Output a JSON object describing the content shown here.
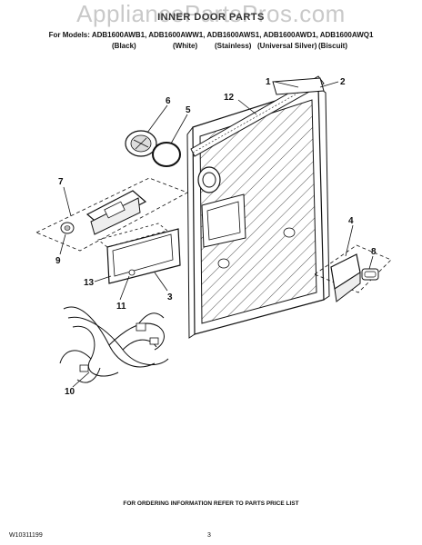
{
  "watermark": "AppliancePartsPros.com",
  "header": {
    "title": "INNER DOOR PARTS",
    "models": "For Models: ADB1600AWB1, ADB1600AWW1, ADB1600AWS1, ADB1600AWD1, ADB1600AWQ1",
    "colors": [
      "(Black)",
      "(White)",
      "(Stainless)",
      "(Universal Silver)",
      "(Biscuit)"
    ]
  },
  "callouts": [
    "1",
    "2",
    "12",
    "6",
    "5",
    "7",
    "9",
    "13",
    "11",
    "3",
    "4",
    "8",
    "10"
  ],
  "footer": {
    "note": "FOR ORDERING INFORMATION REFER TO PARTS PRICE LIST",
    "doc_id": "W10311199",
    "page": "3"
  },
  "colors": {
    "line": "#111111",
    "watermark": "#c9c9c9",
    "hatch": "#555555"
  }
}
